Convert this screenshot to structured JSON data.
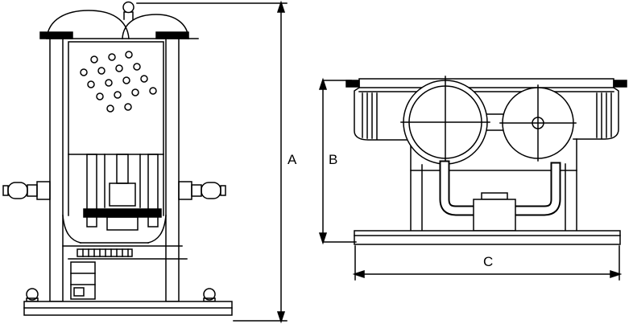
{
  "colors": {
    "background": "#ffffff",
    "line": "#000000"
  },
  "drawing": {
    "dimension_labels": {
      "a": "A",
      "b": "B",
      "c": "C"
    }
  }
}
